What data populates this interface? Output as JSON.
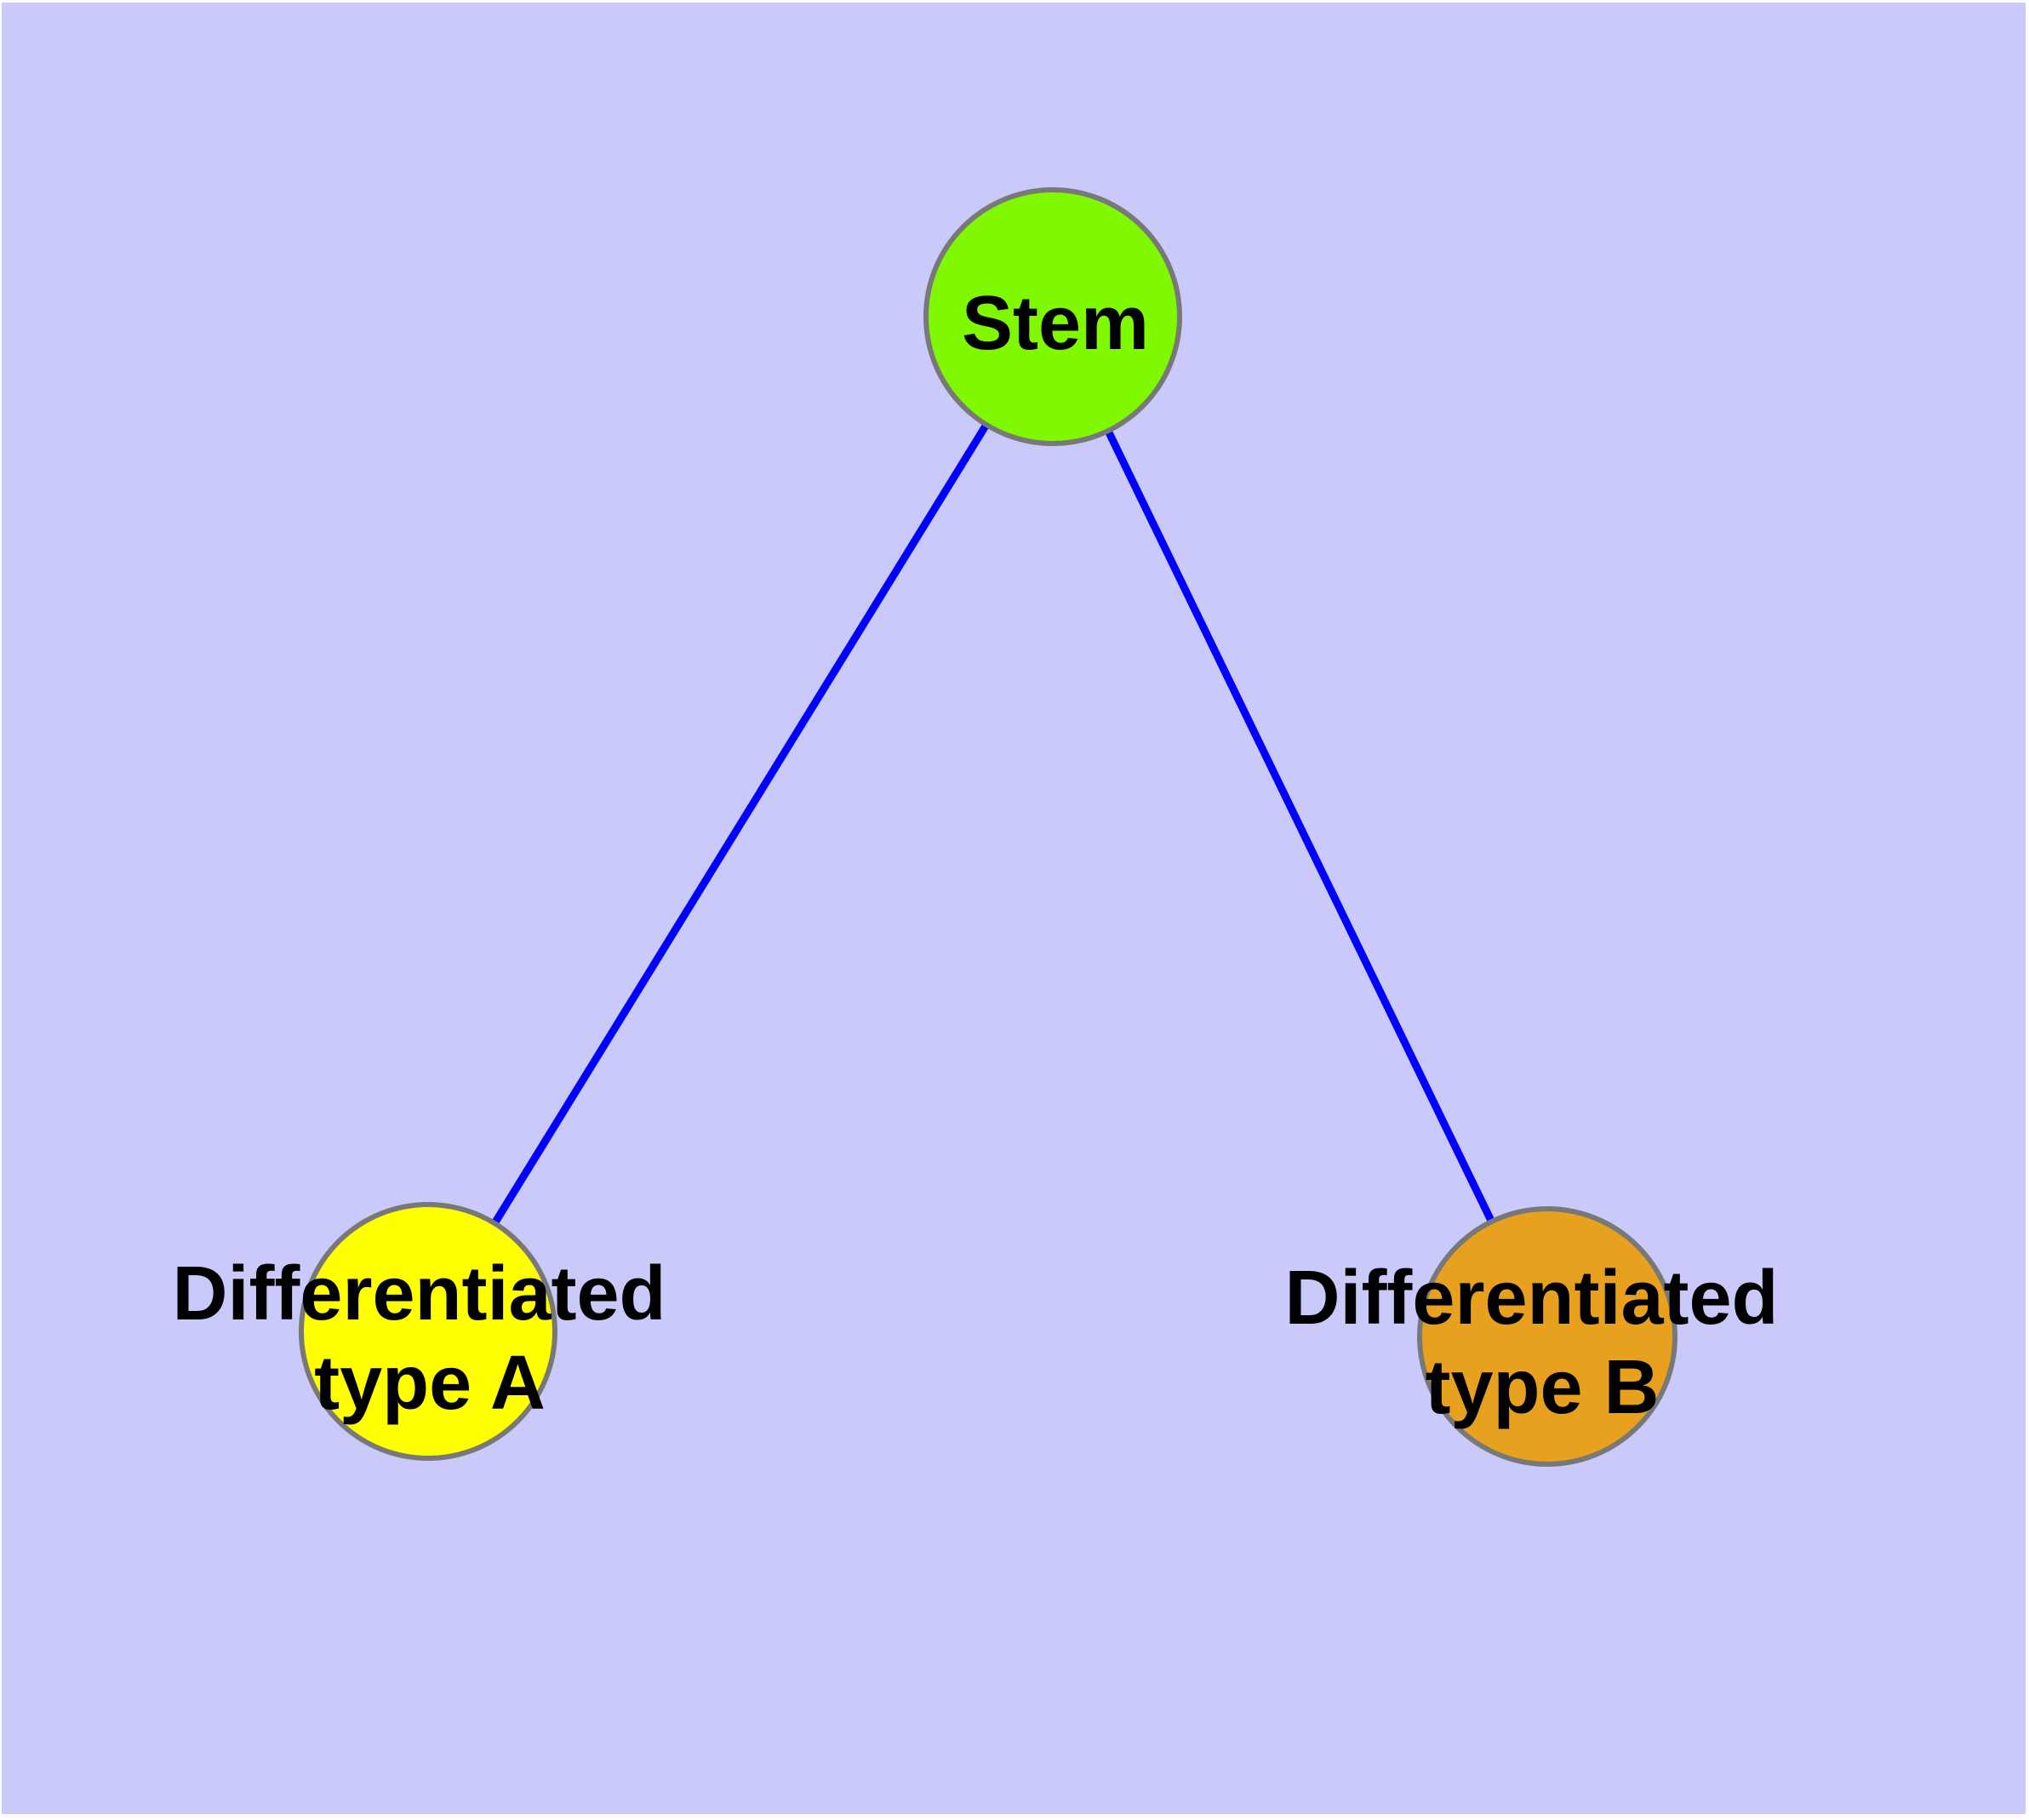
{
  "diagram": {
    "type": "node-link-graph",
    "background_color": "#C9C9FA",
    "edge_color": "#0000FF",
    "node_border_color": "#787878",
    "label_color": "#000000",
    "nodes": {
      "stem": {
        "label": "Stem",
        "fill": "#80F800"
      },
      "diff_a": {
        "label": "Differentiated type A",
        "line1": "Differentiated",
        "line2": "type A",
        "fill": "#FFFF00"
      },
      "diff_b": {
        "label": "Differentiated type B",
        "line1": "Differentiated",
        "line2": "type B",
        "fill": "#E8A11E"
      }
    },
    "edges": [
      {
        "from": "Stem",
        "to": "Differentiated type A"
      },
      {
        "from": "Stem",
        "to": "Differentiated type B"
      }
    ]
  }
}
